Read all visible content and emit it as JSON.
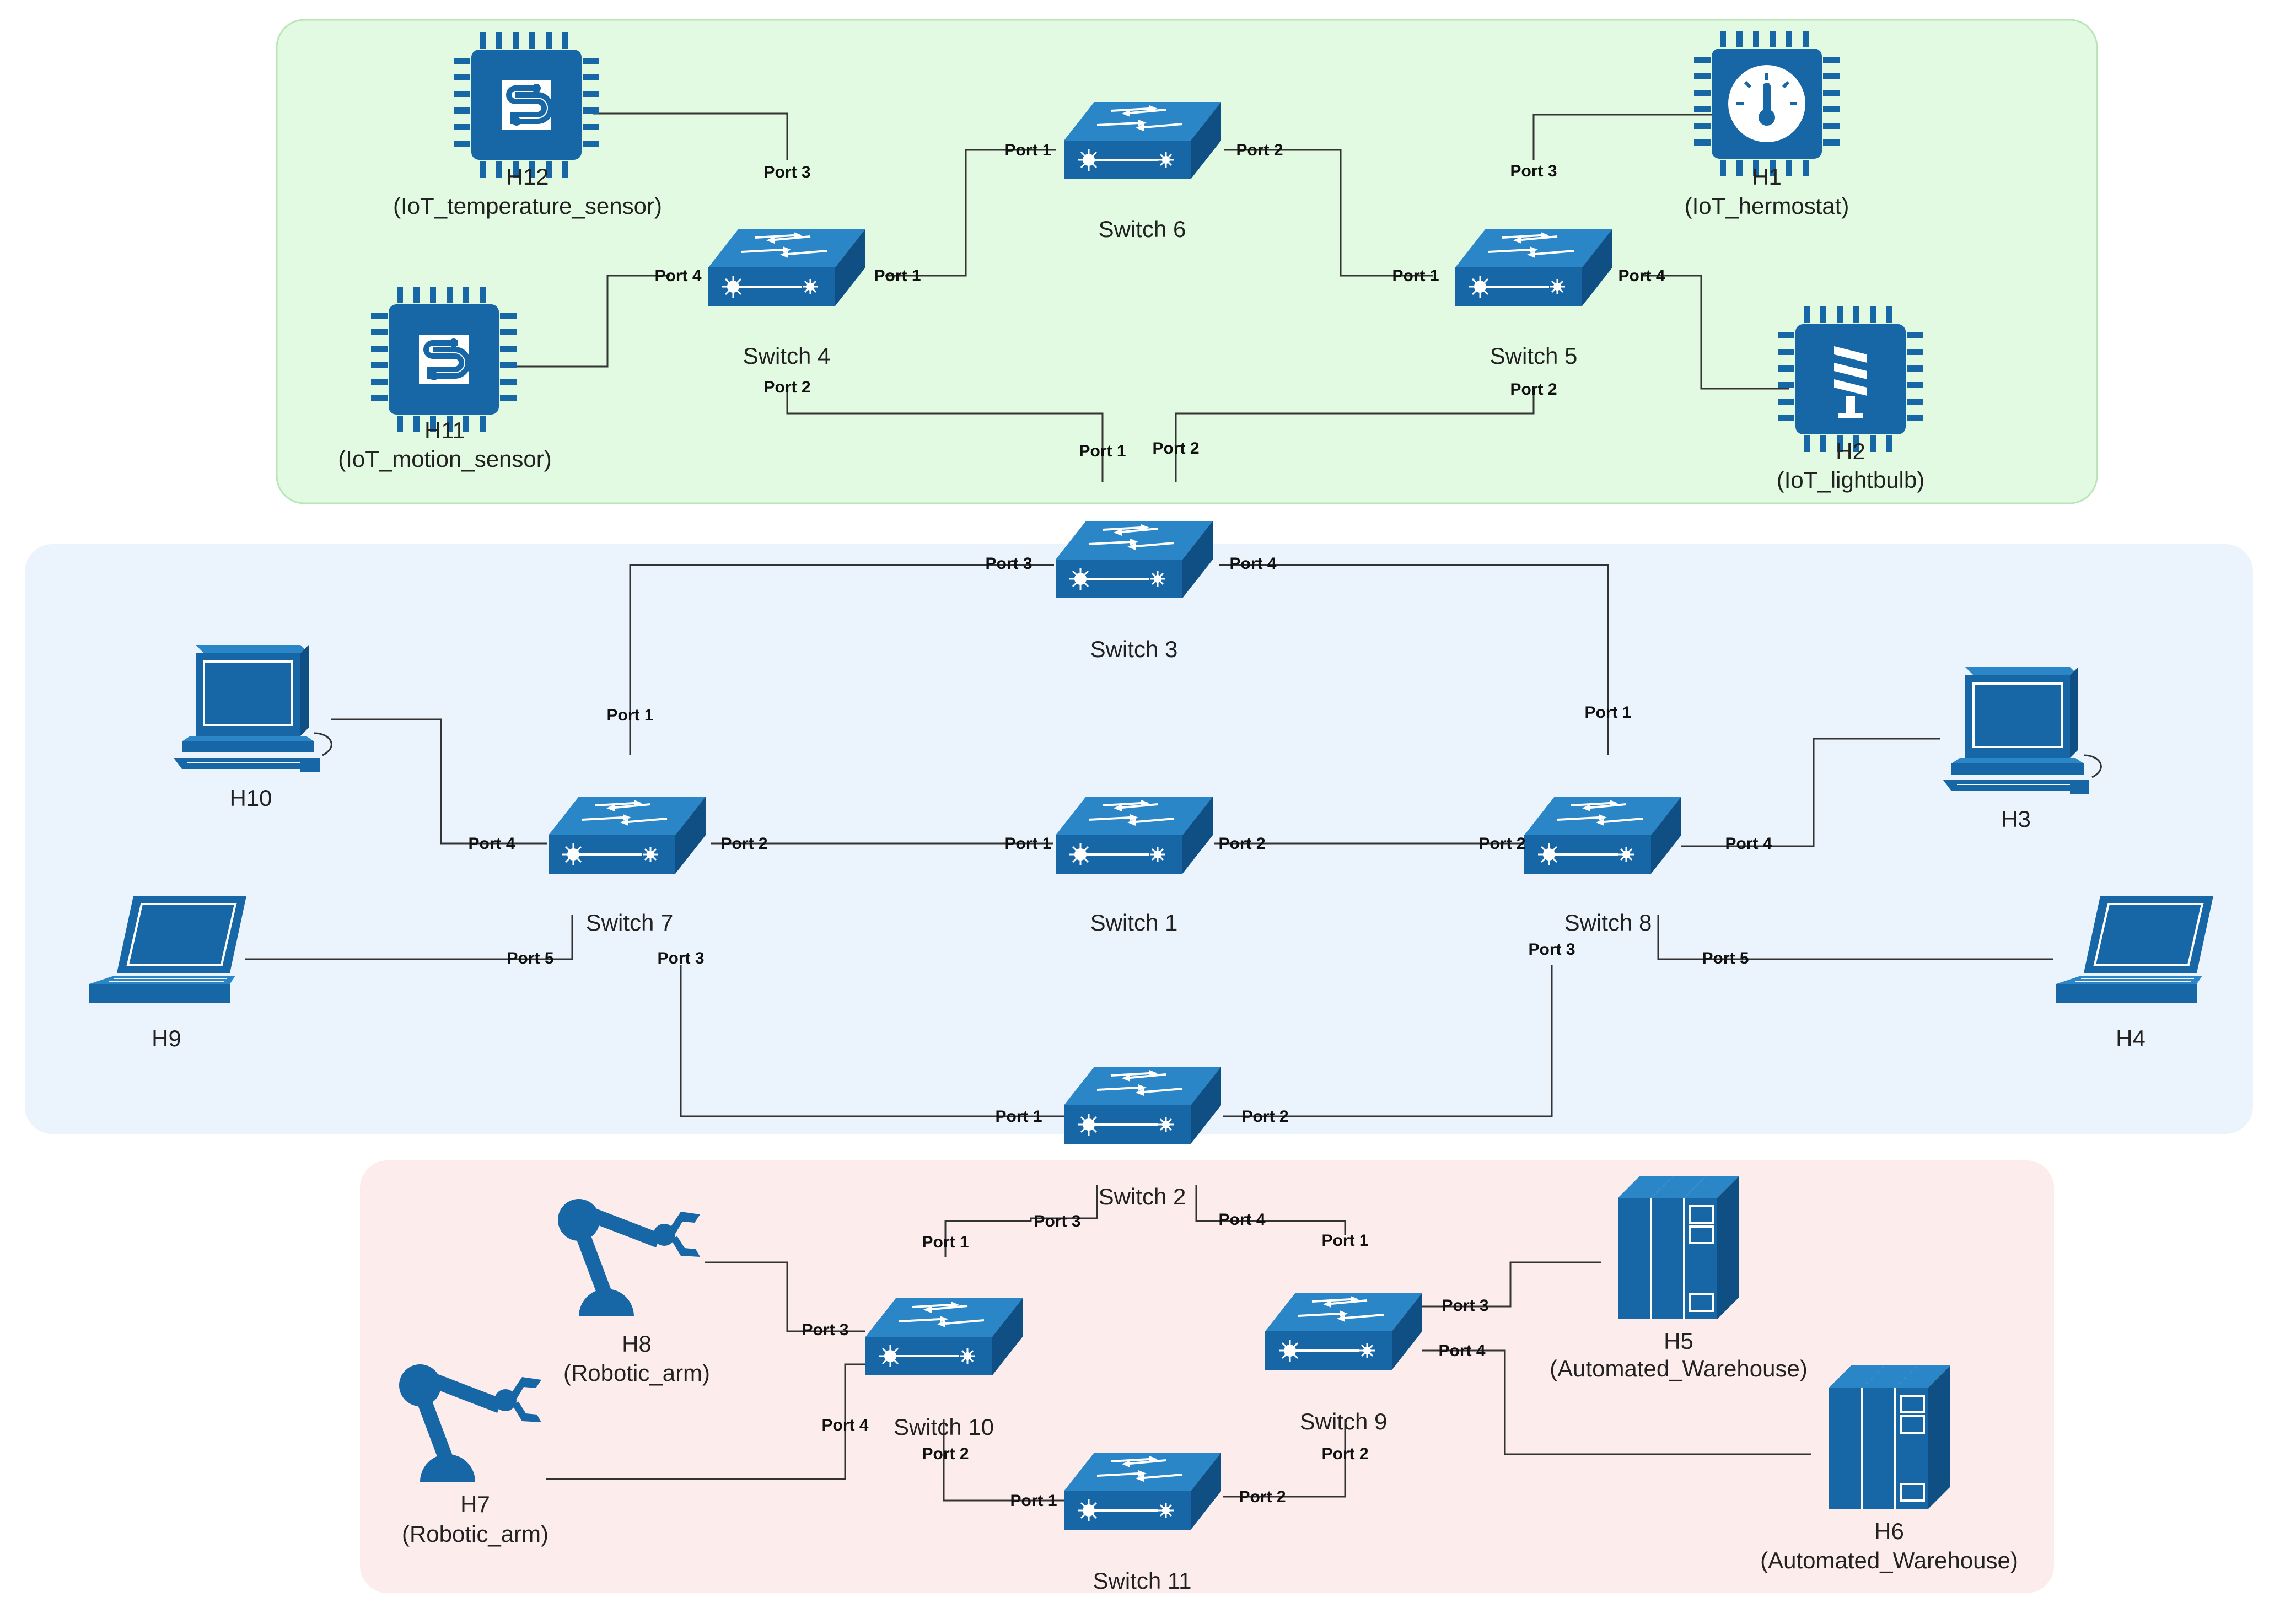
{
  "colors": {
    "zone_top": "#e2f9e2",
    "zone_mid": "#ebf3fd",
    "zone_bot": "#fdecec",
    "device_blue": "#1766a6",
    "link_green": "#138a13",
    "link_blue": "#1d70b0",
    "link_red": "#f08080",
    "wire": "#333333"
  },
  "switches": [
    {
      "id": "s1",
      "label": "Switch 1",
      "icon": "network-switch-icon"
    },
    {
      "id": "s2",
      "label": "Switch 2",
      "icon": "network-switch-icon"
    },
    {
      "id": "s3",
      "label": "Switch 3",
      "icon": "network-switch-icon"
    },
    {
      "id": "s4",
      "label": "Switch 4",
      "icon": "network-switch-icon"
    },
    {
      "id": "s5",
      "label": "Switch 5",
      "icon": "network-switch-icon"
    },
    {
      "id": "s6",
      "label": "Switch 6",
      "icon": "network-switch-icon"
    },
    {
      "id": "s7",
      "label": "Switch 7",
      "icon": "network-switch-icon"
    },
    {
      "id": "s8",
      "label": "Switch 8",
      "icon": "network-switch-icon"
    },
    {
      "id": "s9",
      "label": "Switch 9",
      "icon": "network-switch-icon"
    },
    {
      "id": "s10",
      "label": "Switch 10",
      "icon": "network-switch-icon"
    },
    {
      "id": "s11",
      "label": "Switch 11",
      "icon": "network-switch-icon"
    }
  ],
  "hosts": [
    {
      "id": "h1",
      "name": "H1",
      "type": "(IoT_hermostat)",
      "icon": "thermostat-chip-icon"
    },
    {
      "id": "h2",
      "name": "H2",
      "type": "(IoT_lightbulb)",
      "icon": "lightbulb-chip-icon"
    },
    {
      "id": "h3",
      "name": "H3",
      "type": "",
      "icon": "desktop-computer-icon"
    },
    {
      "id": "h4",
      "name": "H4",
      "type": "",
      "icon": "laptop-icon"
    },
    {
      "id": "h5",
      "name": "H5",
      "type": "(Automated_Warehouse)",
      "icon": "warehouse-server-icon"
    },
    {
      "id": "h6",
      "name": "H6",
      "type": "(Automated_Warehouse)",
      "icon": "warehouse-server-icon"
    },
    {
      "id": "h7",
      "name": "H7",
      "type": "(Robotic_arm)",
      "icon": "robotic-arm-icon"
    },
    {
      "id": "h8",
      "name": "H8",
      "type": "(Robotic_arm)",
      "icon": "robotic-arm-icon"
    },
    {
      "id": "h9",
      "name": "H9",
      "type": "",
      "icon": "laptop-icon"
    },
    {
      "id": "h10",
      "name": "H10",
      "type": "",
      "icon": "desktop-computer-icon"
    },
    {
      "id": "h11",
      "name": "H11",
      "type": "(IoT_motion_sensor)",
      "icon": "sensor-chip-icon"
    },
    {
      "id": "h12",
      "name": "H12",
      "type": "(IoT_temperature_sensor)",
      "icon": "sensor-chip-icon"
    }
  ],
  "port_labels": {
    "port1": "Port 1",
    "port2": "Port 2",
    "port3": "Port 3",
    "port4": "Port 4",
    "port5": "Port 5"
  }
}
